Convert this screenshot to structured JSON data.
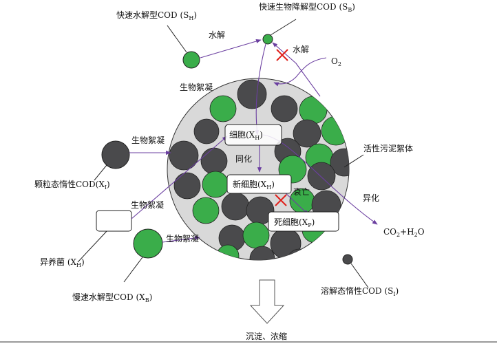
{
  "colors": {
    "green": "#3aad4a",
    "dark": "#4a4a4c",
    "floc": "#d9d9d9",
    "arrow": "#6b3fa0",
    "cross": "#e0201b"
  },
  "labels": {
    "sh": "快速水解型COD (S",
    "sh_sub": "H",
    "sb": "快速生物降解型COD (S",
    "sb_sub": "B",
    "hydrolysis1": "水解",
    "hydrolysis2": "水解",
    "o2": "O",
    "o2_sub": "2",
    "floc_top": "生物絮凝",
    "floc_left": "生物絮凝",
    "floc_mid": "生物絮凝",
    "floc_bottom": "生物絮凝",
    "xi": "颗粒态惰性COD(X",
    "xi_sub": "I",
    "sludge": "活性污泥絮体",
    "cell": "细胞(X",
    "cell_sub": "H",
    "assim": "同化",
    "newcell": "新细胞(X",
    "newcell_sub": "H",
    "decay": "衰亡",
    "dissim": "异化",
    "deadcell": "死细胞(X",
    "deadcell_sub": "P",
    "co2": "CO",
    "co2_sub": "2",
    "co2_rest": "+H",
    "h2o_sub": "2",
    "h2o_rest": "O",
    "heterotroph": "异养菌 (X",
    "heterotroph_sub": "H",
    "xb": "慢速水解型COD (X",
    "xb_sub": "B",
    "si": "溶解态惰性COD (S",
    "si_sub": "I",
    "settle": "沉淀、浓缩",
    "close_paren": ")"
  }
}
